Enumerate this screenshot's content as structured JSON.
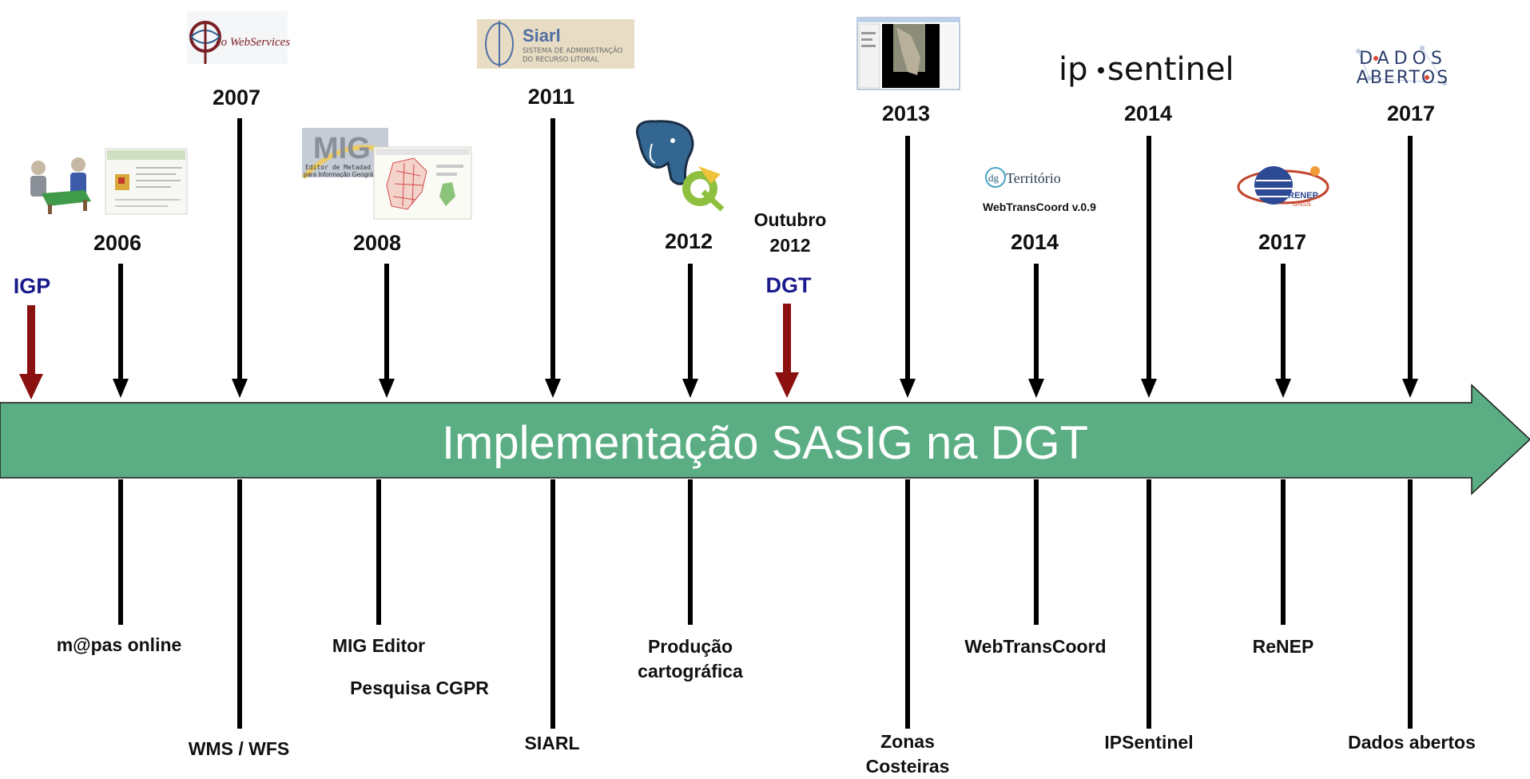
{
  "banner": {
    "title": "Implementação SASIG na DGT",
    "color": "#5bae84"
  },
  "colors": {
    "event_arrow": "#000000",
    "org_arrow": "#8b1010",
    "org_text": "#1a1a8c"
  },
  "orgs": [
    {
      "name": "IGP"
    },
    {
      "name": "DGT",
      "date_line1": "Outubro",
      "date_line2": "2012"
    }
  ],
  "events": [
    {
      "year": "2006",
      "label": "m@pas online",
      "logo": "people-meeting-and-web-page-logo"
    },
    {
      "year": "2007",
      "label": "WMS / WFS",
      "logo": "geo-webservices-logo",
      "logo_text": "eo WebServices"
    },
    {
      "year": "2008",
      "label_1": "MIG Editor",
      "label_2": "Pesquisa CGPR",
      "logo": "mig-editor-logo",
      "logo_text": "MIG",
      "logo_sub_1": "Editor de Metadad",
      "logo_sub_2": "para Informação Geográ"
    },
    {
      "year": "2011",
      "label": "SIARL",
      "logo": "siarl-logo",
      "logo_text": "Siarl",
      "logo_sub_1": "SISTEMA DE ADMINISTRAÇÃO",
      "logo_sub_2": "DO RECURSO LITORAL"
    },
    {
      "year": "2012",
      "label_1": "Produção",
      "label_2": "cartográfica",
      "logo": "postgresql-qgis-logo"
    },
    {
      "year": "2013",
      "label_1": "Zonas",
      "label_2": "Costeiras",
      "logo": "coastal-zones-map-screenshot"
    },
    {
      "year": "2014",
      "label": "WebTransCoord",
      "logo": "dgterritorio-webtranscoord-logo",
      "logo_text": "Território",
      "logo_badge": "dg",
      "logo_sub_1": "WebTransCoord v.0.9"
    },
    {
      "year": "2014",
      "label": "IPSentinel",
      "logo": "ipsentinel-logo",
      "logo_text_1": "ip",
      "logo_text_2": "sentinel"
    },
    {
      "year": "2017",
      "label": "ReNEP",
      "logo": "renep-gnss-logo",
      "logo_text": "RENEP",
      "logo_sub_1": "GNSS"
    },
    {
      "year": "2017",
      "label": "Dados abertos",
      "logo": "dados-abertos-logo",
      "logo_text_1": "DADOS",
      "logo_text_2": "ABERTOS"
    }
  ]
}
